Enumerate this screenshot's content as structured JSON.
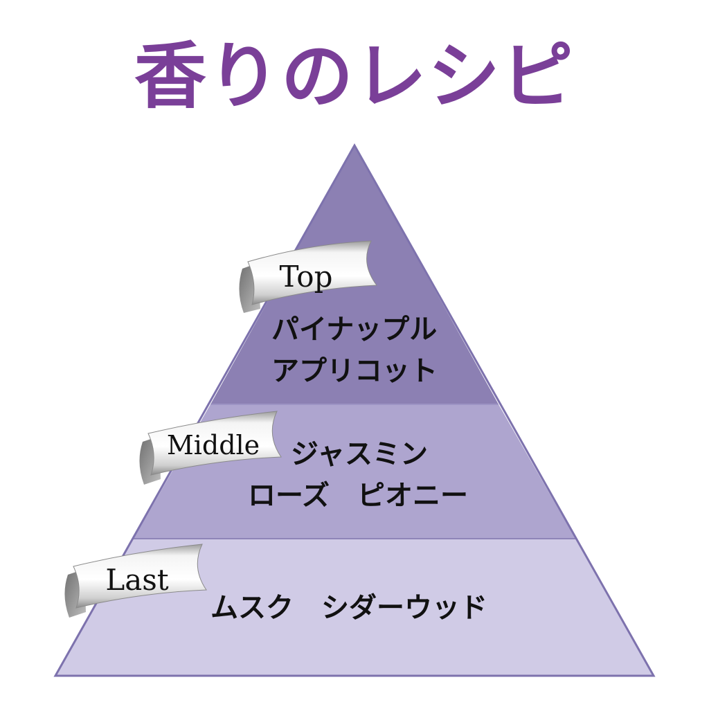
{
  "title": "香りのレシピ",
  "colors": {
    "title": "#7a3f98",
    "top_tier": "#8c80b3",
    "middle_tier": "#aea5cf",
    "last_tier": "#d0cbe6",
    "outline": "#7d72ad",
    "ribbon": "#d9d9d9"
  },
  "tiers": [
    {
      "label": "Top",
      "notes": [
        "パイナップル",
        "アプリコット"
      ]
    },
    {
      "label": "Middle",
      "notes": [
        "ジャスミン",
        "ローズ　ピオニー"
      ]
    },
    {
      "label": "Last",
      "notes": [
        "ムスク　シダーウッド"
      ]
    }
  ]
}
